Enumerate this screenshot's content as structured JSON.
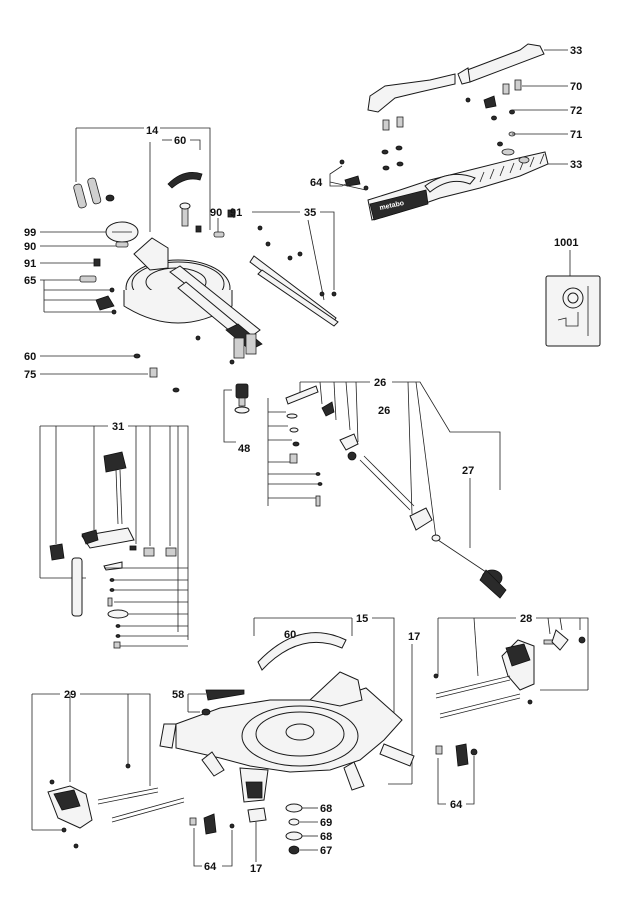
{
  "brand": "metabo",
  "labels": {
    "l33a": "33",
    "l70": "70",
    "l72": "72",
    "l71": "71",
    "l33b": "33",
    "l64a": "64",
    "l14": "14",
    "l60a": "60",
    "l90a": "90",
    "l91a": "91",
    "l35": "35",
    "l99": "99",
    "l90b": "90",
    "l91b": "91",
    "l65": "65",
    "l1001": "1001",
    "l60b": "60",
    "l75": "75",
    "l26a": "26",
    "l26b": "26",
    "l48": "48",
    "l31": "31",
    "l27": "27",
    "l15": "15",
    "l17a": "17",
    "l60c": "60",
    "l28": "28",
    "l58": "58",
    "l29": "29",
    "l64b": "64",
    "l68a": "68",
    "l69": "69",
    "l68b": "68",
    "l67": "67",
    "l64c": "64",
    "l17b": "17"
  }
}
